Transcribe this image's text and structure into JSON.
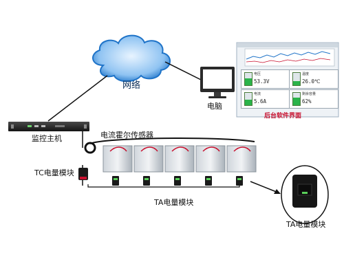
{
  "labels": {
    "network": "网络",
    "computer": "电脑",
    "monitor_host": "监控主机",
    "hall_sensor": "电流霍尔传感器",
    "tc_module": "TC电量模块",
    "ta_module_row": "TA电量模块",
    "ta_module_zoom": "TA电量模块",
    "software_ui": "后台软件界面"
  },
  "software_panel": {
    "cells": [
      {
        "title": "电压",
        "value": "53.3V",
        "level": 0.55
      },
      {
        "title": "温度",
        "value": "26.0℃",
        "level": 0.35
      },
      {
        "title": "电流",
        "value": "5.6A",
        "level": 0.45
      },
      {
        "title": "剩余容量",
        "value": "62%",
        "level": 0.62
      }
    ]
  },
  "colors": {
    "cloud": "#1e73c8",
    "accent_red": "#c8102e",
    "indicator_green": "#2bb34a",
    "wire": "#111111"
  }
}
